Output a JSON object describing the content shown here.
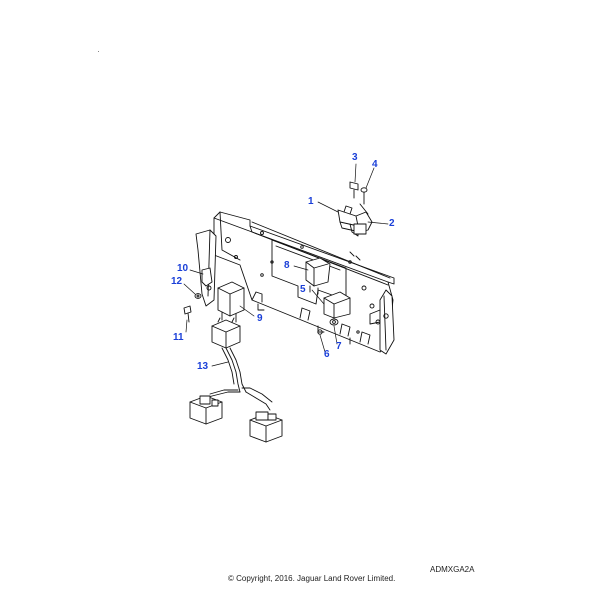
{
  "colors": {
    "callout": "#1a3fd8",
    "line": "#111111",
    "background": "#ffffff"
  },
  "callouts": [
    {
      "id": "1",
      "label": "1"
    },
    {
      "id": "2",
      "label": "2"
    },
    {
      "id": "3",
      "label": "3"
    },
    {
      "id": "4",
      "label": "4"
    },
    {
      "id": "5",
      "label": "5"
    },
    {
      "id": "6",
      "label": "6"
    },
    {
      "id": "7",
      "label": "7"
    },
    {
      "id": "8",
      "label": "8"
    },
    {
      "id": "9",
      "label": "9"
    },
    {
      "id": "10",
      "label": "10"
    },
    {
      "id": "11",
      "label": "11"
    },
    {
      "id": "12",
      "label": "12"
    },
    {
      "id": "13",
      "label": "13"
    }
  ],
  "footer": {
    "copyright": "© Copyright, 2016. Jaguar Land Rover Limited.",
    "diagram_code": "ADMXGA2A"
  }
}
